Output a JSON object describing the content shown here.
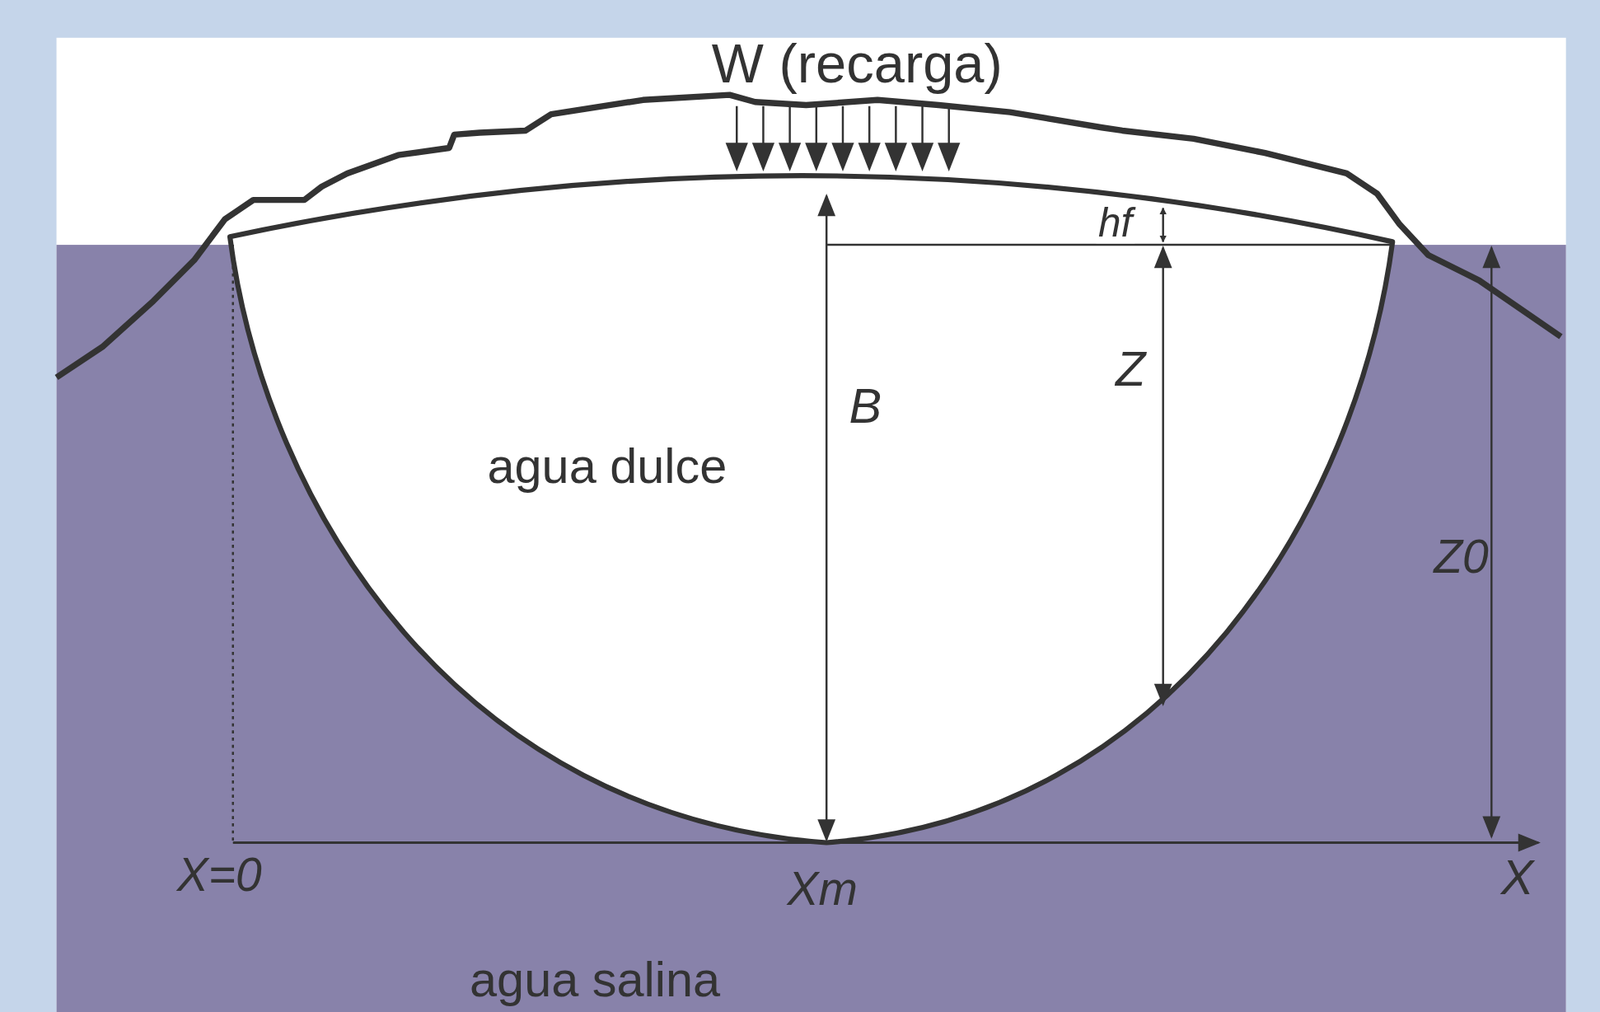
{
  "diagram": {
    "labels": [
      "W (recarga)",
      "hf",
      "B",
      "Z",
      "agua dulce",
      "Z0",
      "X=0",
      "Xm",
      "X",
      "agua salina"
    ]
  }
}
